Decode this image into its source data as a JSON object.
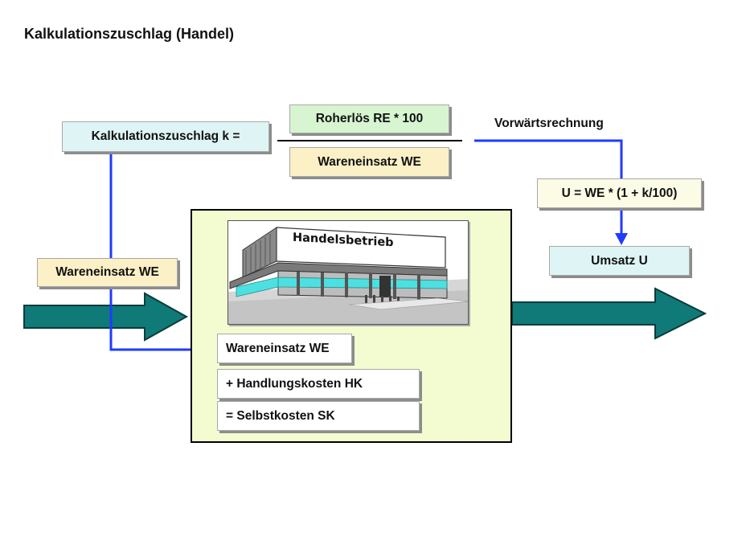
{
  "title": "Kalkulationszuschlag (Handel)",
  "formula": {
    "lhs": "Kalkulationszuschlag k =",
    "numerator": "Roherlös RE * 100",
    "denominator": "Wareneinsatz WE"
  },
  "forward": {
    "label": "Vorwärtsrechnung",
    "formula": "U = WE * (1 + k/100)",
    "result": "Umsatz U"
  },
  "input_label": "Wareneinsatz WE",
  "business": {
    "name": "Handelsbetrieb",
    "calc_rows": [
      "Wareneinsatz WE",
      "+ Handlungskosten HK",
      "= Selbstkosten SK"
    ]
  },
  "colors": {
    "cyan_box": "#dff5f5",
    "green_box": "#d6f5d0",
    "yellow_box": "#fbf0c6",
    "panel": "#f3fcd0",
    "connector": "#1f3bff",
    "arrow": "#0f7a78"
  }
}
